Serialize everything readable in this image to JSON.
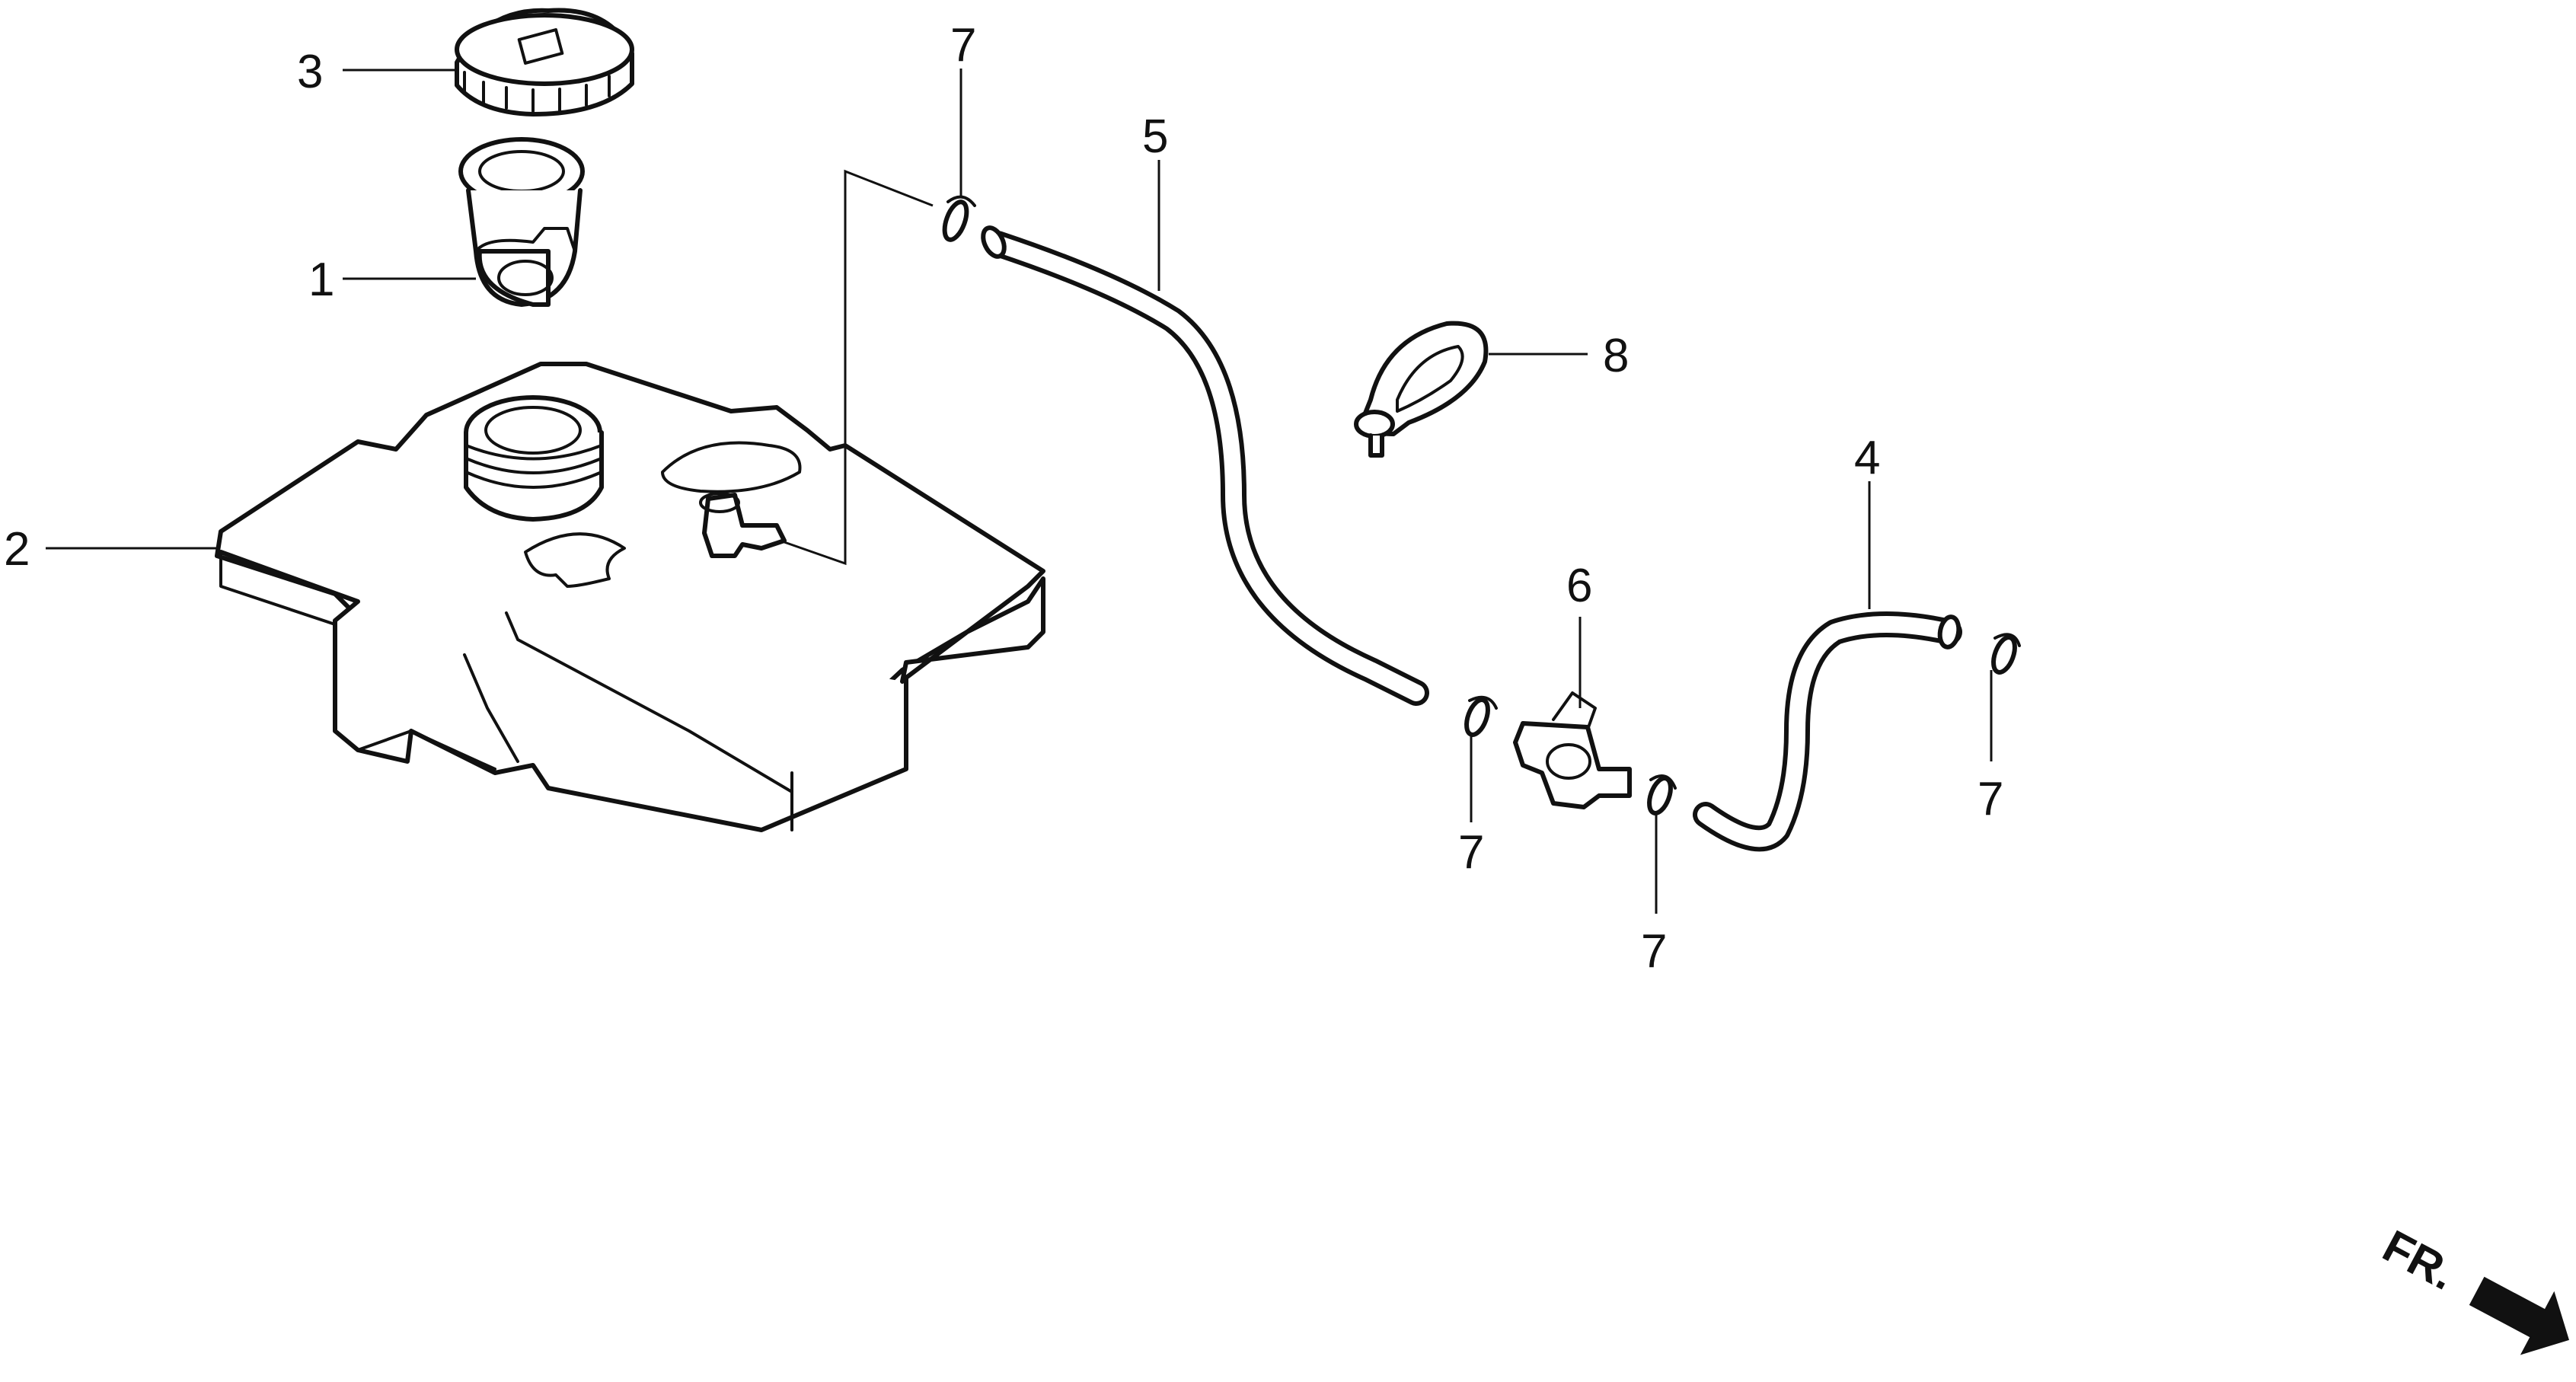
{
  "callouts": {
    "part_1": "1",
    "part_2": "2",
    "part_3": "3",
    "part_4": "4",
    "part_5": "5",
    "part_6": "6",
    "part_7": "7",
    "part_8": "8"
  },
  "direction_marker": "FR."
}
